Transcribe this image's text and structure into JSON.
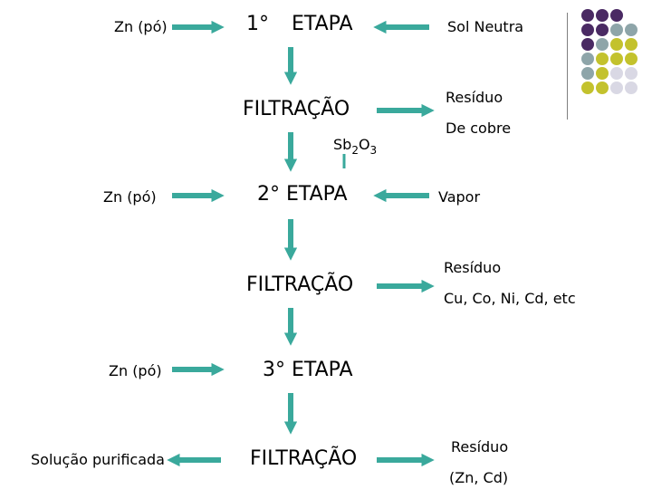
{
  "stage1": {
    "input": "Zn (pó)",
    "step_num": "1°",
    "step_word": "ETAPA",
    "side_input": "Sol Neutra",
    "filtration": "FILTRAÇÃO",
    "residue_label": "Resíduo",
    "residue_detail": "De cobre",
    "additive_base": "Sb",
    "additive_sub1": "2",
    "additive_mid": "O",
    "additive_sub2": "3"
  },
  "stage2": {
    "input": "Zn (pó)",
    "step": "2° ETAPA",
    "side_input": "Vapor",
    "filtration": "FILTRAÇÃO",
    "residue_label": "Resíduo",
    "residue_detail": "Cu, Co, Ni, Cd, etc"
  },
  "stage3": {
    "input": "Zn (pó)",
    "step": "3° ETAPA",
    "filtration": "FILTRAÇÃO",
    "output": "Solução purificada",
    "residue_label": "Resíduo",
    "residue_detail": "(Zn, Cd)"
  },
  "colors": {
    "arrow": "#3aa99c",
    "purple": "#4a2a63",
    "gray_teal": "#8ea5a9",
    "olive": "#c3c22d",
    "lavender": "#d9d8e4"
  },
  "decor_grid": [
    [
      "purple",
      "purple",
      "purple",
      null
    ],
    [
      "purple",
      "purple",
      "gray_teal",
      "gray_teal"
    ],
    [
      "purple",
      "gray_teal",
      "olive",
      "olive"
    ],
    [
      "gray_teal",
      "olive",
      "olive",
      "olive"
    ],
    [
      "gray_teal",
      "olive",
      "lavender",
      "lavender"
    ],
    [
      "olive",
      "olive",
      "lavender",
      "lavender"
    ]
  ]
}
